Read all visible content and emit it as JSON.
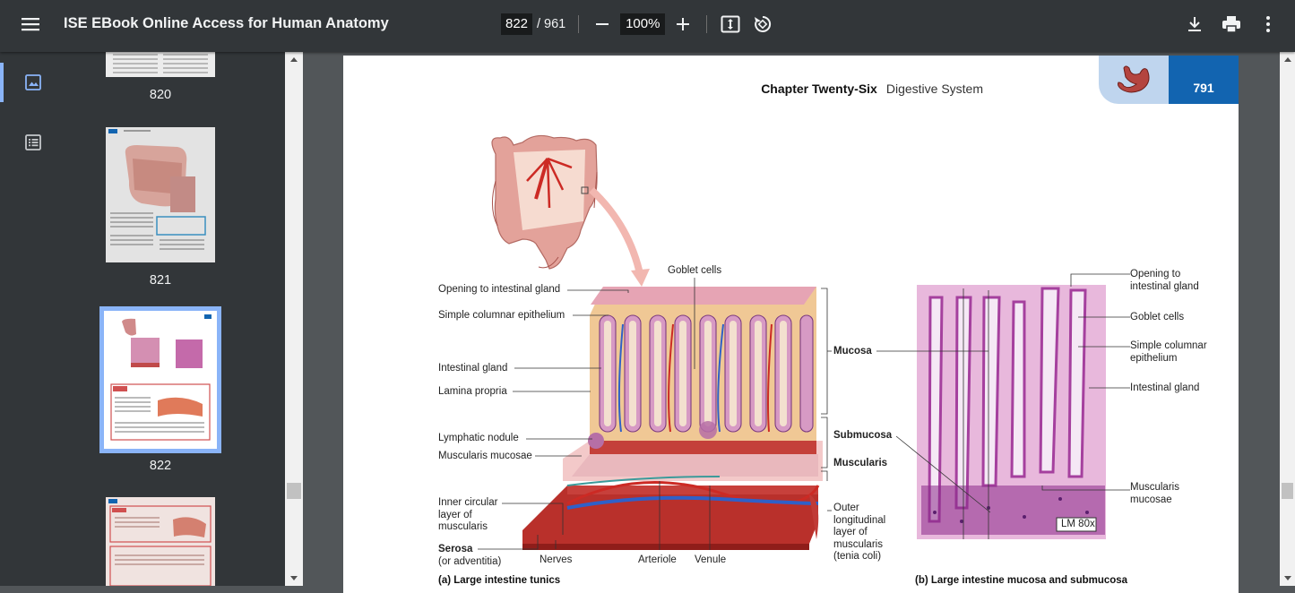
{
  "toolbar": {
    "menu_icon": "hamburger-menu-icon",
    "title": "ISE EBook Online Access for Human Anatomy",
    "current_page": "822",
    "total_pages": "/ 961",
    "zoom": "100%",
    "icons": [
      "minus-icon",
      "plus-icon",
      "fit-page-icon",
      "rotate-icon",
      "download-icon",
      "print-icon",
      "more-options-icon"
    ]
  },
  "sidebar": {
    "icons": [
      "thumbnail-view-icon",
      "outline-view-icon"
    ],
    "thumbnails": [
      {
        "label": "820"
      },
      {
        "label": "821"
      },
      {
        "label": "822",
        "selected": true
      },
      {
        "label": ""
      }
    ]
  },
  "page": {
    "chapter": "Chapter Twenty-Six",
    "section": "Digestive System",
    "page_number": "791",
    "tab_icon": "stomach-icon",
    "figure_a": {
      "labels": {
        "goblet": "Goblet cells",
        "opening": "Opening to intestinal gland",
        "simple": "Simple columnar epithelium",
        "gland": "Intestinal gland",
        "lamina": "Lamina propria",
        "lymph": "Lymphatic nodule",
        "muscm": "Muscularis mucosae",
        "inner1": "Inner circular",
        "inner2": "layer of",
        "inner3": "muscularis",
        "serosa": "Serosa",
        "advent": "(or adventitia)",
        "nerves": "Nerves",
        "arteriole": "Arteriole",
        "venule": "Venule",
        "mucosa": "Mucosa",
        "submucosa": "Submucosa",
        "muscularis": "Muscularis",
        "outer1": "Outer",
        "outer2": "longitudinal",
        "outer3": "layer of",
        "outer4": "muscularis",
        "outer5": "(tenia coli)"
      },
      "caption": "(a) Large intestine tunics"
    },
    "figure_b": {
      "labels": {
        "open1": "Opening to",
        "open2": "intestinal gland",
        "goblet": "Goblet cells",
        "simple1": "Simple columnar",
        "simple2": "epithelium",
        "gland": "Intestinal gland",
        "muscm1": "Muscularis",
        "muscm2": "mucosae",
        "lm": "LM 80x"
      },
      "caption": "(b) Large intestine mucosa and submucosa"
    }
  }
}
